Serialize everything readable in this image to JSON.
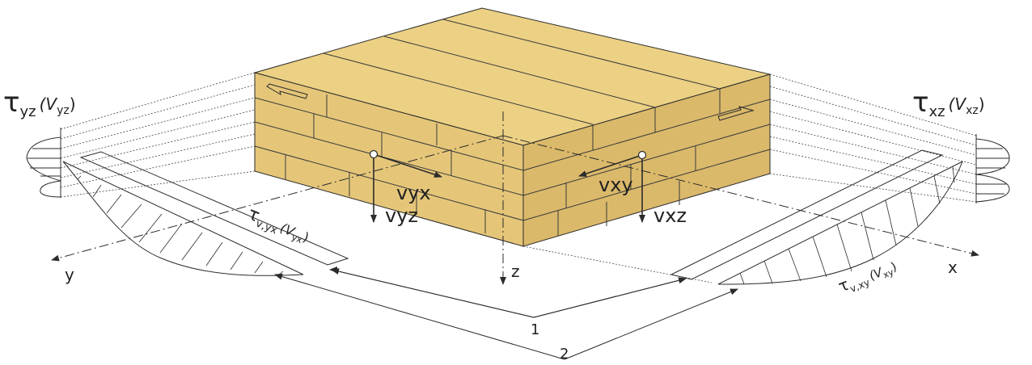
{
  "colors": {
    "wood_top": "#ecd184",
    "wood_front": "#e5c679",
    "wood_side": "#dbb96a",
    "line": "#2b2b2b",
    "background": "#ffffff"
  },
  "labels": {
    "tau_yz": {
      "sym": "τ",
      "sub": "yz",
      "arg": "(V",
      "arg_sub": "yz",
      "close": ")"
    },
    "tau_xz": {
      "sym": "τ",
      "sub": "xz",
      "arg": "(V",
      "arg_sub": "xz",
      "close": ")"
    },
    "tau_vyx": {
      "sym": "τ",
      "sub": "v,yx",
      "arg": "(V",
      "arg_sub": "yx",
      "close": ")"
    },
    "tau_vxy": {
      "sym": "τ",
      "sub": "v,xy",
      "arg": "(V",
      "arg_sub": "xy",
      "close": ")"
    },
    "v_yx": {
      "main": "v",
      "sub": "yx"
    },
    "v_yz": {
      "main": "v",
      "sub": "yz"
    },
    "v_xy": {
      "main": "v",
      "sub": "xy"
    },
    "v_xz": {
      "main": "v",
      "sub": "xz"
    },
    "axis_x": "x",
    "axis_y": "y",
    "axis_z": "z",
    "callout_1": "1",
    "callout_2": "2"
  }
}
